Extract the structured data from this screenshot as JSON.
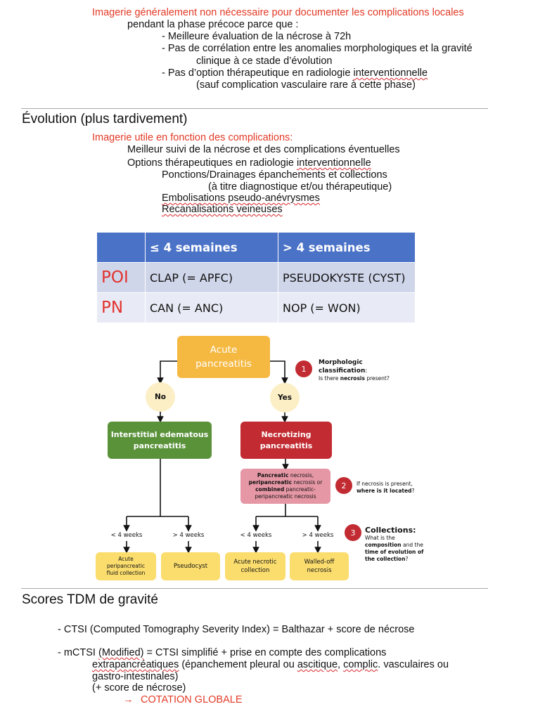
{
  "intro": {
    "line1": "Imagerie généralement non nécessaire pour documenter les complications locales",
    "line2": "pendant la phase précoce parce que :",
    "bullet1": "- Meilleure évaluation de la nécrose à 72h",
    "bullet2": "- Pas de corrélation entre les anomalies morphologiques et la gravité",
    "bullet2b": "clinique à ce stade d’évolution",
    "bullet3_pre": "- Pas d’option thérapeutique en radiologie ",
    "bullet3_sq": "interventionnelle",
    "bullet3b": "(sauf complication vasculaire rare à cette phase)"
  },
  "evolution": {
    "title": "Évolution (plus tardivement)",
    "subtitle": "Imagerie utile en fonction des complications:",
    "l1": "Meilleur suivi de la nécrose et des complications éventuelles",
    "l2_pre": "Options thérapeutiques en radiologie ",
    "l2_sq": "interventionnelle",
    "l3": "Ponctions/Drainages épanchements et collections",
    "l4": "(à titre diagnostique et/ou thérapeutique)",
    "l5": "Embolisations pseudo-anévrysmes",
    "l6": "Recanalisations veineuses"
  },
  "table": {
    "h1": "≤ 4 semaines",
    "h2": "> 4 semaines",
    "row1_label": "POI",
    "row1_c1": "CLAP (= APFC)",
    "row1_c2": "PSEUDOKYSTE (CYST)",
    "row2_label": "PN",
    "row2_c1": "CAN (= ANC)",
    "row2_c2": "NOP (= WON)"
  },
  "flow": {
    "top_l1": "Acute",
    "top_l2": "pancreatitis",
    "no": "No",
    "yes": "Yes",
    "ie_l1": "Interstitial edematous",
    "ie_l2": "pancreatitis",
    "nec_l1": "Necrotizing",
    "nec_l2": "pancreatitis",
    "loc_a": "Pancreatic",
    "loc_b": " necrosis,",
    "loc_c": "peripancreatic",
    "loc_d": " necrosis or",
    "loc_e": "combined",
    "loc_f": " pancreatic-",
    "loc_g": "peripancreatic necrosis",
    "n1": "1",
    "n2": "2",
    "n3": "3",
    "q1_title_a": "Morphologic",
    "q1_title_b": "classification",
    "q1_colon": ":",
    "q1_a": "Is there ",
    "q1_b": "necrosis",
    "q1_c": " present?",
    "q2_a": "If necrosis is present,",
    "q2_b": "where is it located",
    "q2_c": "?",
    "q3_title": "Collections:",
    "q3_a": "What is the",
    "q3_b": "composition",
    "q3_c": " and the",
    "q3_d": "time of evolution of",
    "q3_e": "the collection",
    "q3_f": "?",
    "w1": "< 4 weeks",
    "w2": "> 4 weeks",
    "w3": "< 4 weeks",
    "w4": "> 4 weeks",
    "c1_l1": "Acute",
    "c1_l2": "peripancreatic",
    "c1_l3": "fluid collection",
    "c2": "Pseudocyst",
    "c3_l1": "Acute necrotic",
    "c3_l2": "collection",
    "c4_l1": "Walled-off",
    "c4_l2": "necrosis",
    "colors": {
      "yellow": "#f5b942",
      "green": "#5a923a",
      "red": "#c12b31",
      "pink": "#e597a5",
      "light_yellow": "#fbdd6e",
      "cream": "#fcefc6"
    }
  },
  "scores": {
    "title": "Scores TDM de gravité",
    "ctsi": "- CTSI (Computed Tomography Severity Index) = Balthazar + score de nécrose",
    "m1_pre": "- mCTSI ",
    "m1_sq": "(Modified)",
    "m1_post": "  = CTSI simplifié + prise en compte des complications",
    "m2_sq1": "extrapancréatiques",
    "m2_mid": " (épanchement pleural ou ",
    "m2_sq2": "ascitique",
    "m2_c": ", ",
    "m2_sq3": "complic",
    "m2_end": ". vasculaires ou",
    "m3": "gastro-intestinales)",
    "m4": "(+ score de nécrose)",
    "arrow": "→",
    "cotation": "COTATION GLOBALE"
  }
}
